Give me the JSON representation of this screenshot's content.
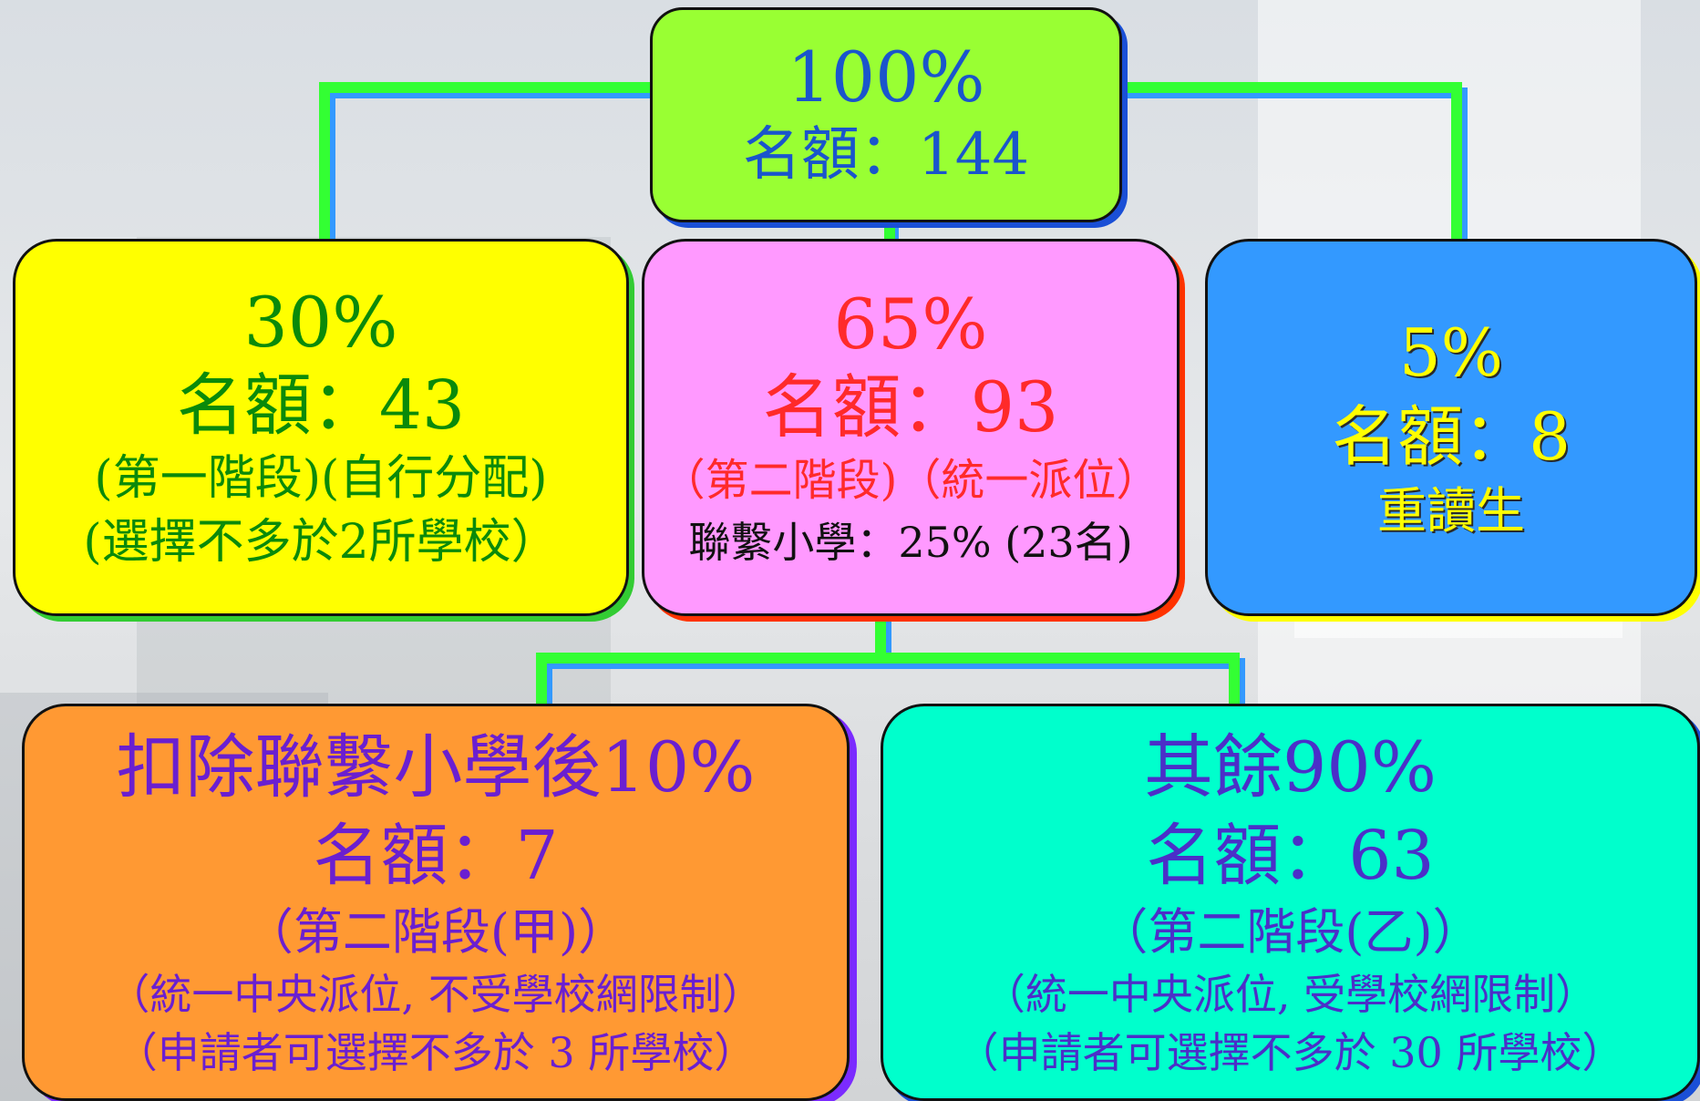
{
  "top": {
    "percent": "100%",
    "quota": "名額：144"
  },
  "left": {
    "percent": "30%",
    "quota": "名額：43",
    "stage": "(第一階段)(自行分配)",
    "note": "(選擇不多於2所學校）"
  },
  "middle": {
    "percent": "65%",
    "quota": "名額：93",
    "stage": "（第二階段)（統一派位）",
    "note": "聯繫小學：25% (23名)"
  },
  "right": {
    "percent": "5%",
    "quota": "名額：8",
    "note": "重讀生"
  },
  "bottom_left": {
    "title": "扣除聯繫小學後10%",
    "quota": "名額：7",
    "stage": "（第二階段(甲)）",
    "note1": "（統一中央派位, 不受學校網限制）",
    "note2": "（申請者可選擇不多於 3 所學校）"
  },
  "bottom_right": {
    "title": "其餘90%",
    "quota": "名額：63",
    "stage": "（第二階段(乙)）",
    "note1": "（統一中央派位, 受學校網限制）",
    "note2": "（申請者可選擇不多於 30 所學校）"
  },
  "colors": {
    "connector_green": "#33ff33",
    "connector_blue": "#3399ff",
    "top_fill": "#99ff33",
    "left_fill": "#ffff00",
    "middle_fill": "#ff99ff",
    "right_fill": "#3399ff",
    "bottom_left_fill": "#ff9933",
    "bottom_right_fill": "#00ffcc"
  }
}
